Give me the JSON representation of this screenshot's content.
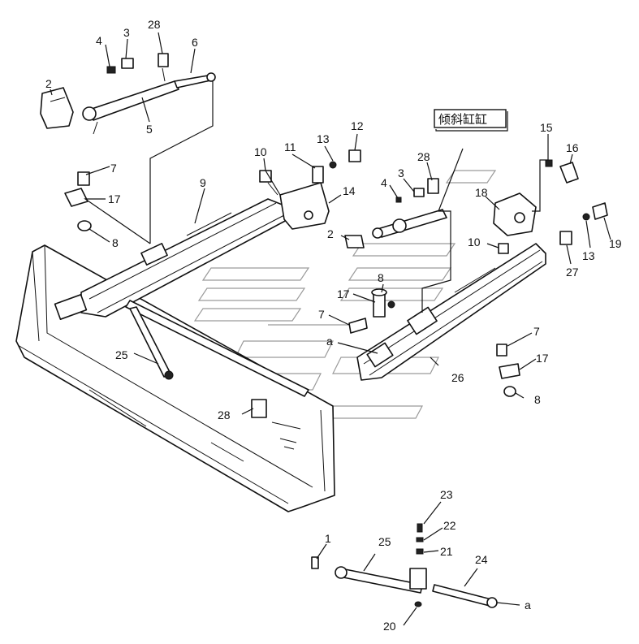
{
  "callout_note": "倾斜缸缸",
  "callouts": [
    {
      "id": "c-4a",
      "text": "4"
    },
    {
      "id": "c-3a",
      "text": "3"
    },
    {
      "id": "c-28a",
      "text": "28"
    },
    {
      "id": "c-6",
      "text": "6"
    },
    {
      "id": "c-2a",
      "text": "2"
    },
    {
      "id": "c-5",
      "text": "5"
    },
    {
      "id": "c-7a",
      "text": "7"
    },
    {
      "id": "c-17a",
      "text": "17"
    },
    {
      "id": "c-8a",
      "text": "8"
    },
    {
      "id": "c-9",
      "text": "9"
    },
    {
      "id": "c-10a",
      "text": "10"
    },
    {
      "id": "c-11",
      "text": "11"
    },
    {
      "id": "c-13a",
      "text": "13"
    },
    {
      "id": "c-12",
      "text": "12"
    },
    {
      "id": "c-14",
      "text": "14"
    },
    {
      "id": "c-4b",
      "text": "4"
    },
    {
      "id": "c-3b",
      "text": "3"
    },
    {
      "id": "c-28b",
      "text": "28"
    },
    {
      "id": "c-15",
      "text": "15"
    },
    {
      "id": "c-16",
      "text": "16"
    },
    {
      "id": "c-18",
      "text": "18"
    },
    {
      "id": "c-2b",
      "text": "2"
    },
    {
      "id": "c-10b",
      "text": "10"
    },
    {
      "id": "c-19",
      "text": "19"
    },
    {
      "id": "c-13b",
      "text": "13"
    },
    {
      "id": "c-27",
      "text": "27"
    },
    {
      "id": "c-8b",
      "text": "8"
    },
    {
      "id": "c-17b",
      "text": "17"
    },
    {
      "id": "c-7b",
      "text": "7"
    },
    {
      "id": "c-a1",
      "text": "a"
    },
    {
      "id": "c-7c",
      "text": "7"
    },
    {
      "id": "c-17c",
      "text": "17"
    },
    {
      "id": "c-8c",
      "text": "8"
    },
    {
      "id": "c-25a",
      "text": "25"
    },
    {
      "id": "c-26",
      "text": "26"
    },
    {
      "id": "c-28c",
      "text": "28"
    },
    {
      "id": "c-23",
      "text": "23"
    },
    {
      "id": "c-22",
      "text": "22"
    },
    {
      "id": "c-1",
      "text": "1"
    },
    {
      "id": "c-25b",
      "text": "25"
    },
    {
      "id": "c-21",
      "text": "21"
    },
    {
      "id": "c-24",
      "text": "24"
    },
    {
      "id": "c-a2",
      "text": "a"
    },
    {
      "id": "c-20",
      "text": "20"
    }
  ]
}
